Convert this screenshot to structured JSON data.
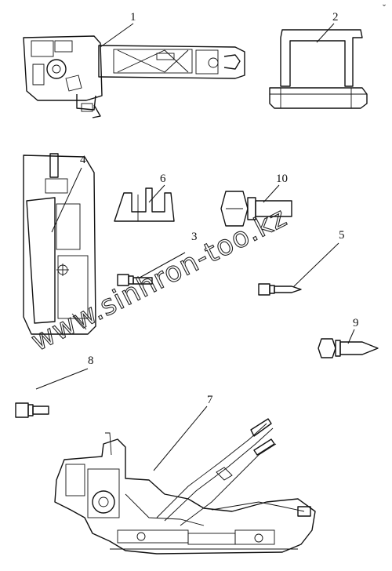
{
  "corner_mark": "ˇ",
  "watermark": "www.sinhron-too.kz",
  "callouts": [
    {
      "id": "1",
      "label": "1"
    },
    {
      "id": "2",
      "label": "2"
    },
    {
      "id": "4",
      "label": "4"
    },
    {
      "id": "6",
      "label": "6"
    },
    {
      "id": "10",
      "label": "10"
    },
    {
      "id": "3",
      "label": "3"
    },
    {
      "id": "5",
      "label": "5"
    },
    {
      "id": "9",
      "label": "9"
    },
    {
      "id": "8",
      "label": "8"
    },
    {
      "id": "7",
      "label": "7"
    }
  ]
}
